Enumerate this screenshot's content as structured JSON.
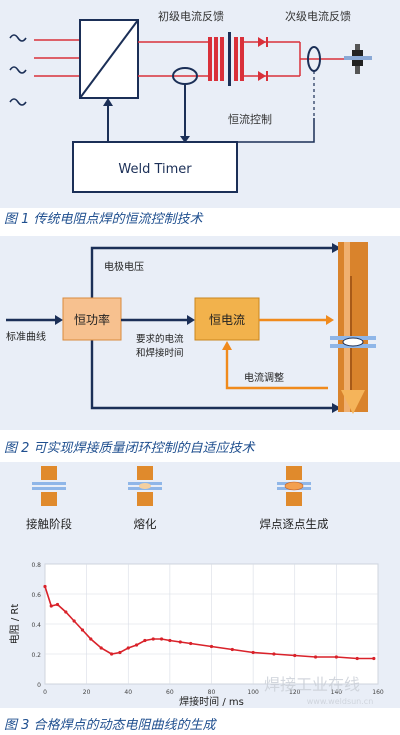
{
  "figures": [
    {
      "caption": "图 1  传统电阻点焊的恒流控制技术",
      "labels": {
        "primary_feedback": "初级电流反馈",
        "secondary_feedback": "次级电流反馈",
        "constant_current_control": "恒流控制",
        "weld_timer": "Weld Timer"
      },
      "colors": {
        "wire": "#d9303a",
        "box": "#1b2f57",
        "transformer": "#d9303a"
      }
    },
    {
      "caption": "图 2  可实现焊接质量闭环控制的自适应技术",
      "labels": {
        "electrode_voltage": "电极电压",
        "standard_curve": "标准曲线",
        "constant_power": "恒功率",
        "constant_current": "恒电流",
        "required_current_line1": "要求的电流",
        "required_current_line2": "和焊接时间",
        "current_adjust": "电流调整"
      },
      "colors": {
        "power_box": "#f7c18f",
        "current_box": "#f2b24c",
        "arrow": "#f08a1c",
        "line": "#1b2f57",
        "electrode": "#d9832c"
      }
    },
    {
      "caption": "图 3  合格焊点的动态电阻曲线的生成",
      "stages": [
        "接触阶段",
        "熔化",
        "焊点逐点生成"
      ],
      "watermark": {
        "main": "焊接工业在线",
        "sub": "www.weldsun.cn"
      }
    }
  ],
  "chart_data": {
    "type": "line",
    "xlabel": "焊接时间 / ms",
    "ylabel": "电阻 / Rt",
    "x_ticks": [
      0,
      20,
      40,
      60,
      80,
      100,
      120,
      140,
      160
    ],
    "y_ticks": [
      0,
      0.2,
      0.4,
      0.6,
      0.8
    ],
    "xlim": [
      0,
      160
    ],
    "ylim": [
      0,
      0.8
    ],
    "grid": true,
    "color": "#d9222a",
    "series": [
      {
        "x": [
          0,
          3,
          6,
          10,
          14,
          18,
          22,
          27,
          32,
          36,
          40,
          44,
          48,
          52,
          56,
          60,
          65,
          70,
          80,
          90,
          100,
          110,
          120,
          130,
          140,
          150,
          158
        ],
        "y": [
          0.65,
          0.52,
          0.53,
          0.48,
          0.42,
          0.36,
          0.3,
          0.24,
          0.2,
          0.21,
          0.24,
          0.26,
          0.29,
          0.3,
          0.3,
          0.29,
          0.28,
          0.27,
          0.25,
          0.23,
          0.21,
          0.2,
          0.19,
          0.18,
          0.18,
          0.17,
          0.17
        ]
      }
    ]
  }
}
